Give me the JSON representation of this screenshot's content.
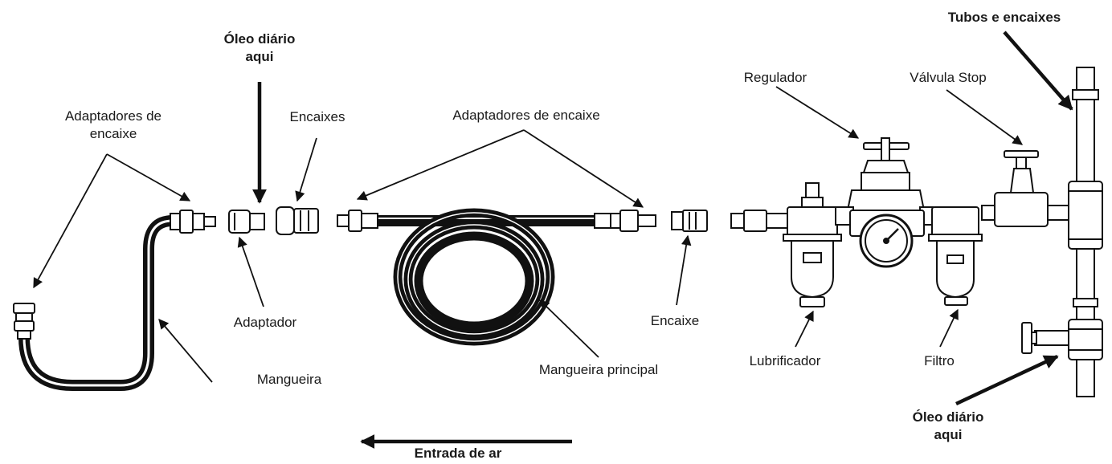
{
  "labels": {
    "adaptadores_encaixe_left_1": "Adaptadores de",
    "adaptadores_encaixe_left_2": "encaixe",
    "oleo_diario_top_1": "Óleo diário",
    "oleo_diario_top_2": "aqui",
    "encaixes": "Encaixes",
    "adaptadores_encaixe_center": "Adaptadores de encaixe",
    "regulador": "Regulador",
    "valvula_stop": "Válvula Stop",
    "tubos_encaixes": "Tubos e encaixes",
    "adaptador": "Adaptador",
    "mangueira": "Mangueira",
    "mangueira_principal": "Mangueira principal",
    "encaixe": "Encaixe",
    "lubrificador": "Lubrificador",
    "filtro": "Filtro",
    "oleo_diario_bottom_1": "Óleo diário",
    "oleo_diario_bottom_2": "aqui",
    "entrada_de_ar": "Entrada de ar"
  },
  "colors": {
    "ink": "#111111",
    "label": "#1a1a1a",
    "background": "#ffffff"
  }
}
